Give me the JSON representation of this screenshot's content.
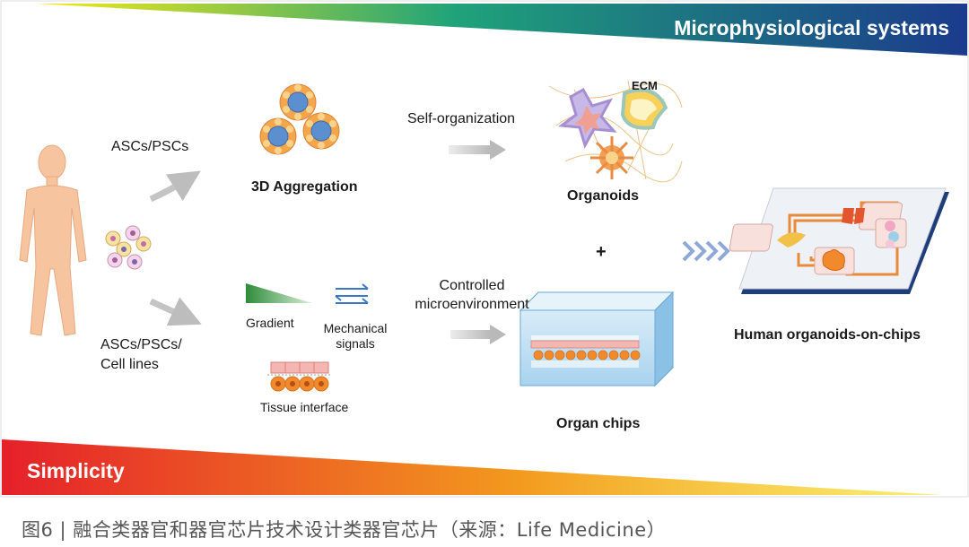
{
  "banner": {
    "top_title": "Microphysiological systems",
    "bottom_title": "Simplicity"
  },
  "labels": {
    "ascs_pscs": "ASCs/PSCs",
    "ascs_pscs_cell_lines_1": "ASCs/PSCs/",
    "ascs_pscs_cell_lines_2": "Cell lines",
    "aggregation": "3D Aggregation",
    "self_organization": "Self-organization",
    "ecm": "ECM",
    "organoids": "Organoids",
    "plus": "+",
    "gradient": "Gradient",
    "mechanical_1": "Mechanical",
    "mechanical_2": "signals",
    "tissue_interface": "Tissue interface",
    "controlled_1": "Controlled",
    "controlled_2": "microenvironment",
    "organ_chips": "Organ chips",
    "human_organoids_on_chips": "Human organoids-on-chips"
  },
  "caption": "图6 | 融合类器官和器官芯片技术设计类器官芯片（来源：Life Medicine）",
  "colors": {
    "banner_top_start": "#f2e600",
    "banner_top_mid": "#1fa37a",
    "banner_top_end": "#1b3b8c",
    "banner_bottom_start": "#e5202a",
    "banner_bottom_end": "#f7e21a",
    "body_skin": "#f6c49f",
    "arrow_gray": "#c7c7c7",
    "chevron_blue": "#8ea9d6"
  }
}
